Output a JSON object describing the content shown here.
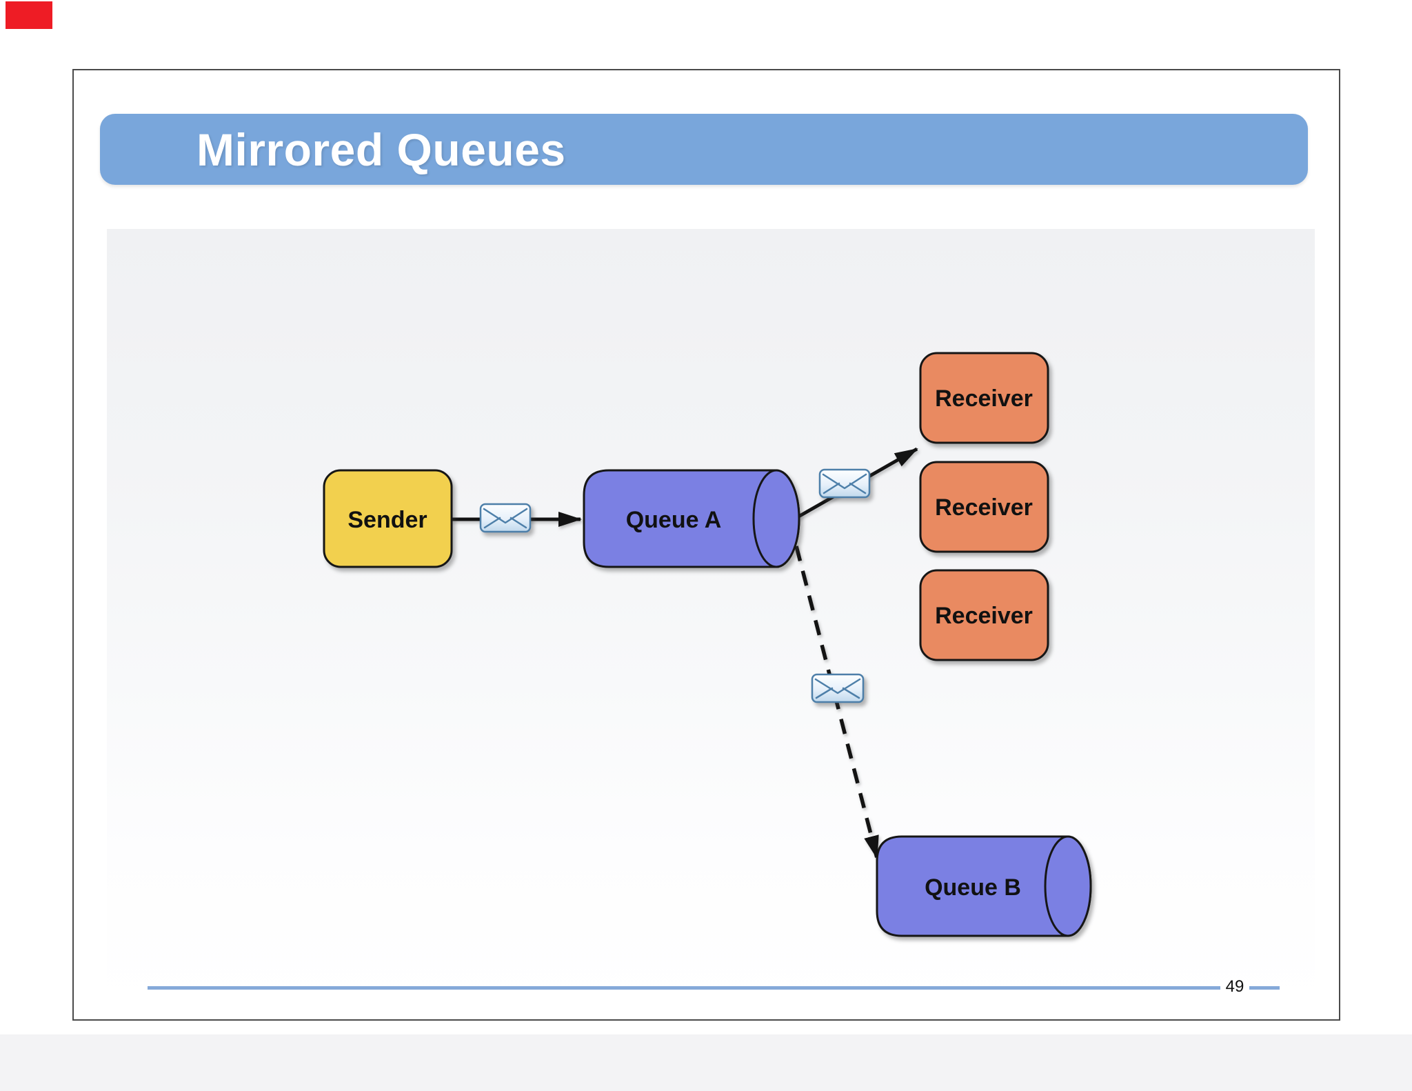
{
  "slide": {
    "title": "Mirrored Queues",
    "page_number": "49"
  },
  "colors": {
    "red_mark": "#ee1c25",
    "frame_border": "#4a4a4a",
    "title_bar": "#79a6db",
    "title_text": "#ffffff",
    "panel_background_top": "#f0f1f3",
    "footer_line": "#85a9d9",
    "sender_fill": "#f2d04e",
    "queue_fill": "#7b80e3",
    "receiver_fill": "#e98a61",
    "shape_outline": "#161616",
    "envelope_stroke": "#4d7fa9"
  },
  "diagram": {
    "sender_label": "Sender",
    "queue_a_label": "Queue A",
    "queue_b_label": "Queue B",
    "receivers": [
      "Receiver",
      "Receiver",
      "Receiver"
    ]
  }
}
